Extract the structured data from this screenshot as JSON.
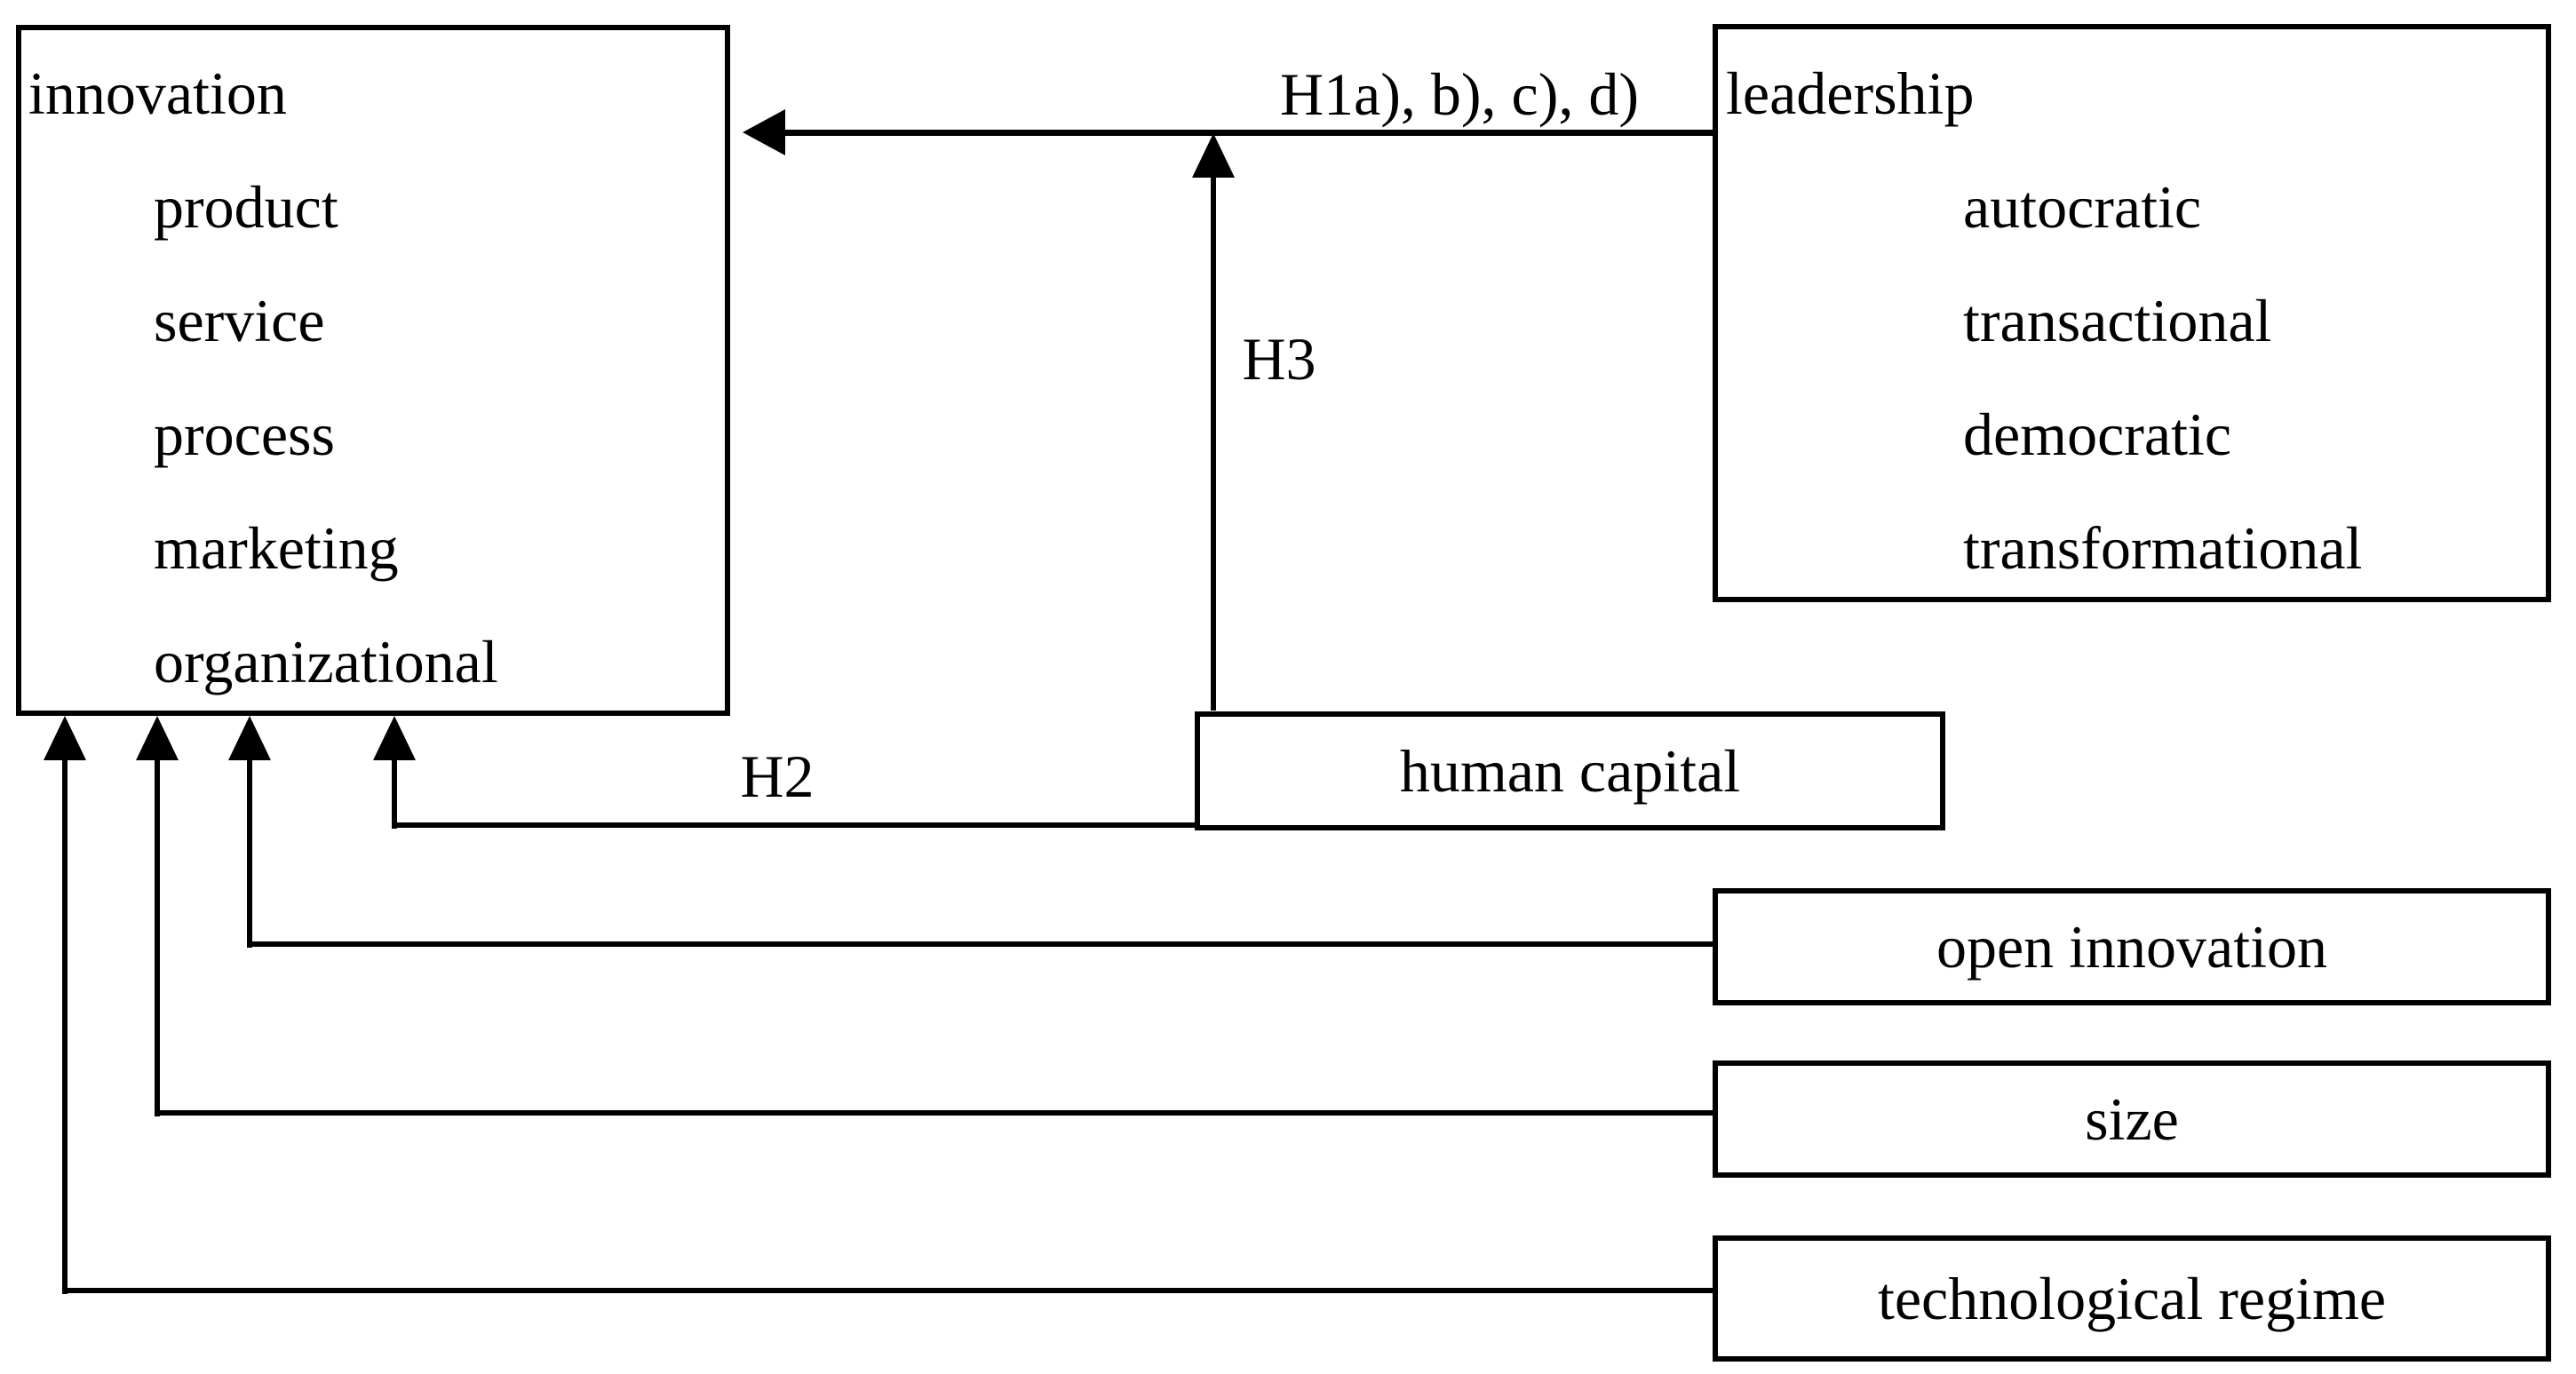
{
  "figure": {
    "background": "#ffffff",
    "ink_color": "#000000",
    "innovation_box": {
      "title": "innovation",
      "items": [
        "product",
        "service",
        "process",
        "marketing",
        "organizational"
      ]
    },
    "leadership_box": {
      "title": "leadership",
      "items": [
        "autocratic",
        "transactional",
        "democratic",
        "transformational"
      ]
    },
    "moderator_box": {
      "label": "human capital"
    },
    "control_boxes": [
      {
        "label": "open innovation"
      },
      {
        "label": "size"
      },
      {
        "label": "technological regime"
      }
    ],
    "hypothesis_labels": {
      "h1": "H1a), b), c), d)",
      "h2": "H2",
      "h3": "H3"
    }
  }
}
